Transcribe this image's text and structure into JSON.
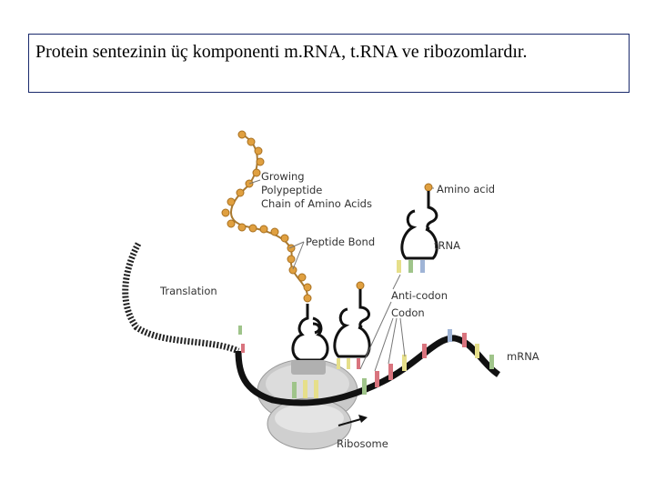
{
  "caption": {
    "text": "Protein sentezinin üç komponenti m.RNA, t.RNA ve ribozomlardır."
  },
  "diagram": {
    "labels": {
      "growing_line1": "Growing",
      "growing_line2": "Polypeptide",
      "growing_line3": "Chain of Amino Acids",
      "peptide_bond": "Peptide Bond",
      "amino_acid": "Amino acid",
      "trna": "tRNA",
      "translation": "Translation",
      "anticodon": "Anti-codon",
      "codon": "Codon",
      "mrna": "mRNA",
      "ribosome": "Ribosome"
    },
    "colors": {
      "amino_acid": "#e0a040",
      "strand": "#111111",
      "ribosome_light": "#d8d8d8",
      "ribosome_dark": "#9a9a9a",
      "base_yellow": "#e6df8a",
      "base_green": "#9fc48a",
      "base_pink": "#d9747e",
      "base_blue": "#9fb4d6"
    }
  }
}
